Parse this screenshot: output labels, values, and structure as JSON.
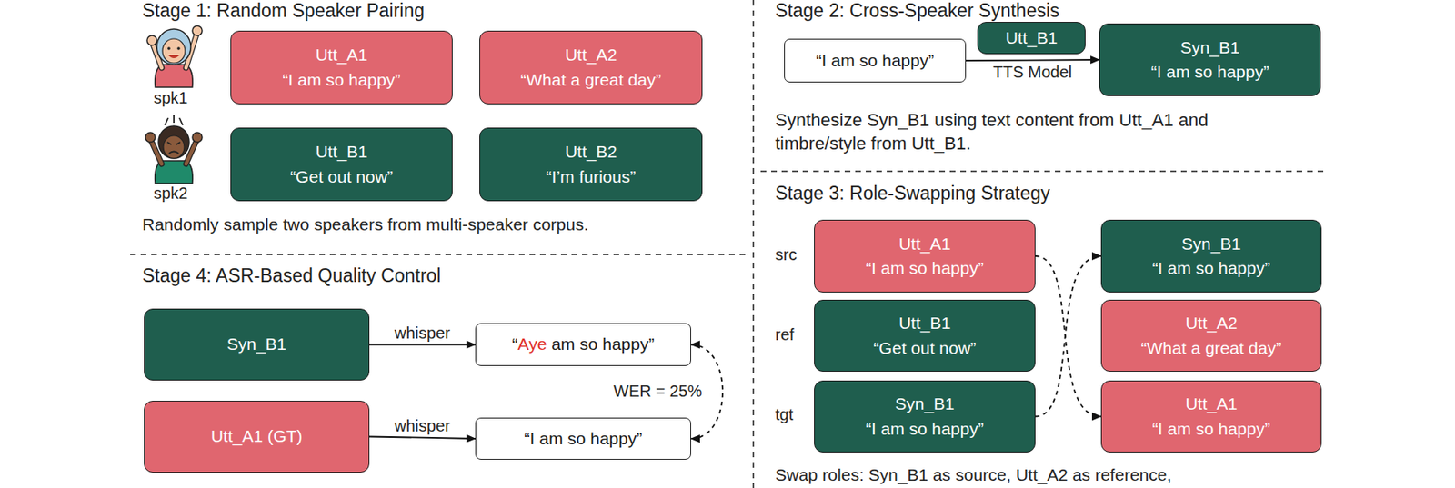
{
  "diagram": {
    "nodes": [
      {
        "text": [
          "Utt_A1",
          "“I am so happy”"
        ]
      },
      {
        "text": [
          "Utt_A2",
          "“What a great day”"
        ]
      },
      {
        "text": [
          "Utt_B1",
          "“Get out now”"
        ]
      },
      {
        "text": [
          "Utt_B2",
          "“I’m furious”"
        ]
      },
      {
        "text": [
          "“I am so happy”"
        ]
      },
      {
        "text": [
          "Utt_B1"
        ]
      },
      {
        "text": [
          "Syn_B1",
          "“I am so happy”"
        ]
      },
      {
        "text": [
          "Utt_A1",
          "“I am so happy”"
        ]
      },
      {
        "text": [
          "Syn_B1",
          "“I am so happy”"
        ]
      },
      {
        "text": [
          "Utt_B1",
          "“Get out now”"
        ]
      },
      {
        "text": [
          "Utt_A2",
          "“What a great day”"
        ]
      },
      {
        "text": [
          "Syn_B1",
          "“I am so happy”"
        ]
      },
      {
        "text": [
          "Utt_A1",
          "“I am so happy”"
        ]
      },
      {
        "text": [
          "Syn_B1"
        ]
      },
      {
        "text": [
          "“Aye am so happy”"
        ]
      },
      {
        "text": [
          "Utt_A1 (GT)"
        ]
      },
      {
        "text": [
          "“I am so happy”"
        ]
      }
    ],
    "edges": [
      {
        "from": 4,
        "to": 6,
        "arrow": "to",
        "label": "TTS Model"
      },
      {
        "from": 7,
        "to": 12,
        "arrow": "to"
      },
      {
        "from": 11,
        "to": 8,
        "arrow": "to"
      },
      {
        "from": 13,
        "to": 14,
        "arrow": "to",
        "label": "whisper"
      },
      {
        "from": 15,
        "to": 16,
        "arrow": "to",
        "label": "whisper"
      },
      {
        "from": 14,
        "to": 16,
        "arrow": "both",
        "label": "WER = 25%"
      }
    ],
    "labels": [
      "Stage 1: Random Speaker Pairing",
      "spk1",
      "spk2",
      "Randomly sample two speakers from multi-speaker corpus.",
      "Stage 2: Cross-Speaker Synthesis",
      "Synthesize Syn_B1 using text content from Utt_A1 and timbre/style from Utt_B1.",
      "Stage 3: Role-Swapping Strategy",
      "src",
      "ref",
      "tgt",
      "Stage 4: ASR-Based Quality Control",
      "Swap roles: Syn_B1 as source, Utt_A2 as reference,"
    ]
  }
}
